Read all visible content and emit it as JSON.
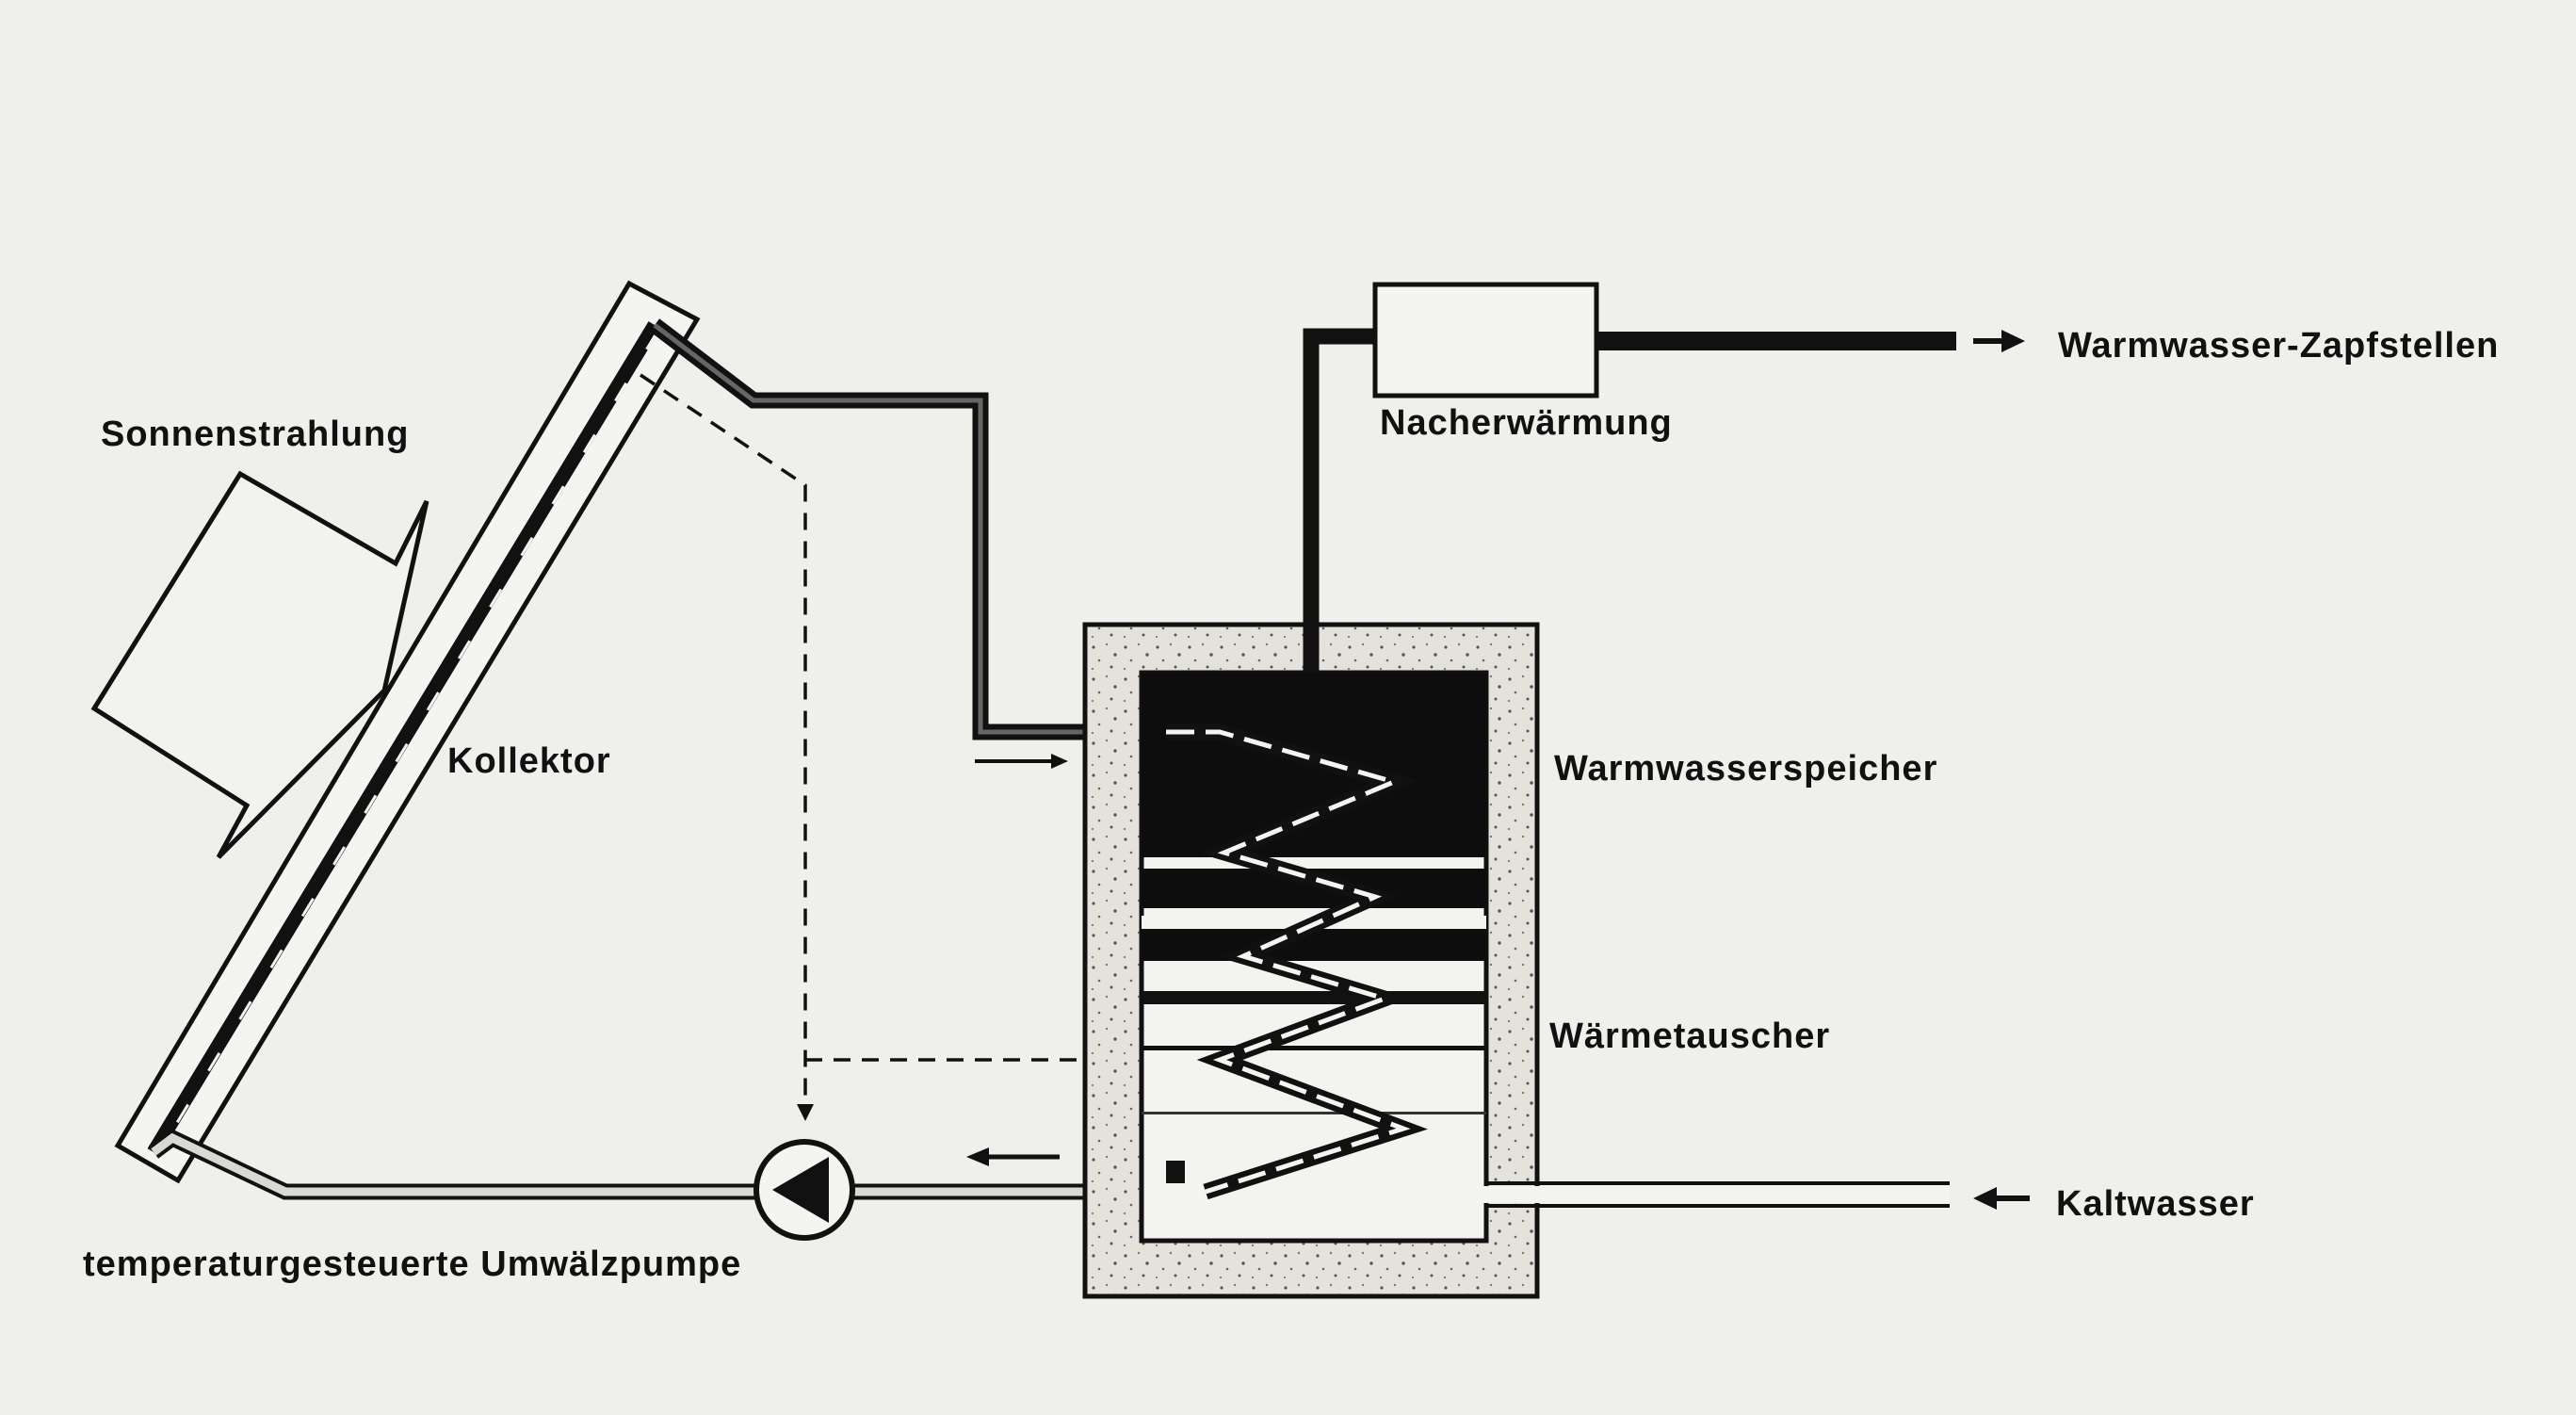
{
  "labels": {
    "sun_radiation": "Sonnenstrahlung",
    "collector": "Kollektor",
    "pump": "temperaturgesteuerte Umwälzpumpe",
    "post_heating": "Nacherwärmung",
    "hot_water_outlets": "Warmwasser-Zapfstellen",
    "hot_water_tank": "Warmwasserspeicher",
    "heat_exchanger": "Wärmetauscher",
    "cold_water": "Kaltwasser"
  },
  "colors": {
    "background": "#efefec",
    "ink": "#111111",
    "insulation": "#e2e0d8"
  }
}
